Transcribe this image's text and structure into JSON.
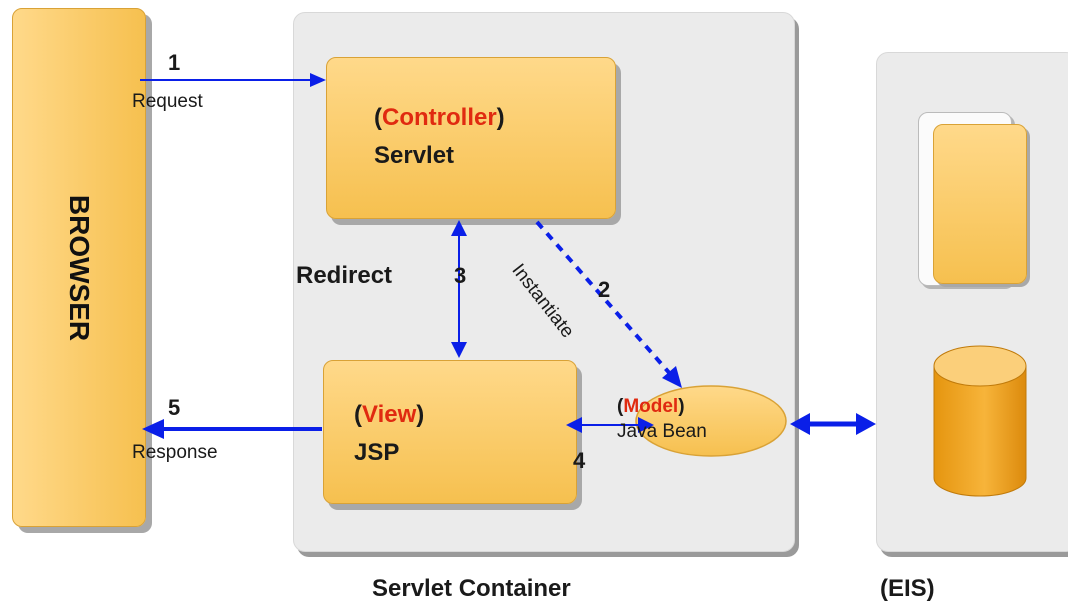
{
  "browser": {
    "label": "BROWSER"
  },
  "request": {
    "num": "1",
    "label": "Request"
  },
  "response": {
    "num": "5",
    "label": "Response"
  },
  "controller": {
    "paren_open": "(",
    "role": "Controller",
    "paren_close": ")",
    "name": "Servlet"
  },
  "view": {
    "paren_open": "(",
    "role": "View",
    "paren_close": ")",
    "name": "JSP"
  },
  "model": {
    "paren_open": "(",
    "role": "Model",
    "paren_close": ")",
    "name": "Java Bean"
  },
  "redirect": {
    "label": "Redirect",
    "num": "3"
  },
  "instantiate": {
    "label": "Instantiate",
    "num": "2"
  },
  "view_model_num": "4",
  "servlet_container_label": "Servlet Container",
  "eis_label": "(EIS)",
  "colors": {
    "arrow": "#0a1fe8",
    "role_text": "#e02a10",
    "box_fill": "#f6c04f",
    "panel": "#ebebeb"
  }
}
